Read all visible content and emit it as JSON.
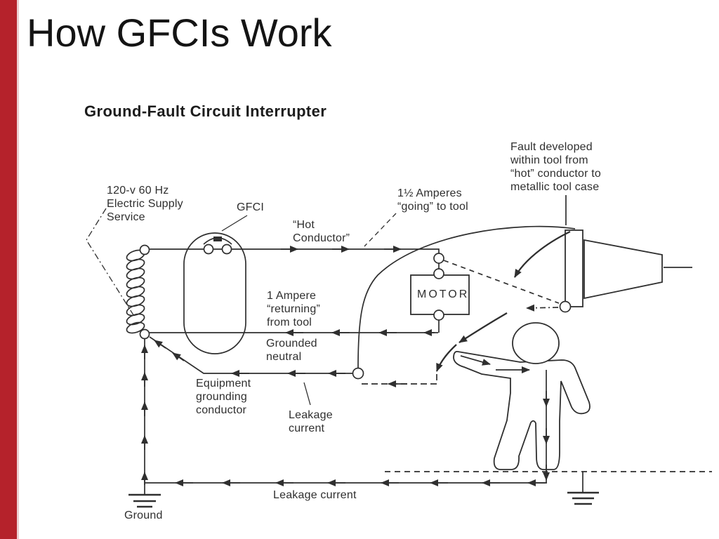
{
  "slide": {
    "title": "How GFCIs Work",
    "accent_color": "#b5222b"
  },
  "diagram": {
    "heading": "Ground-Fault Circuit Interrupter",
    "labels": {
      "supply": "120-v 60 Hz\nElectric Supply\nService",
      "gfci": "GFCI",
      "hot_conductor": "“Hot\nConductor”",
      "amperes_going": "1½ Amperes\n“going” to tool",
      "fault": "Fault developed\nwithin tool from\n“hot” conductor to\nmetallic tool case",
      "ampere_returning": "1 Ampere\n“returning”\nfrom tool",
      "grounded_neutral": "Grounded\nneutral",
      "motor": "MOTOR",
      "equipment_grounding": "Equipment\ngrounding\nconductor",
      "leakage_current_mid": "Leakage\ncurrent",
      "leakage_current_bottom": "Leakage current",
      "ground": "Ground"
    }
  }
}
